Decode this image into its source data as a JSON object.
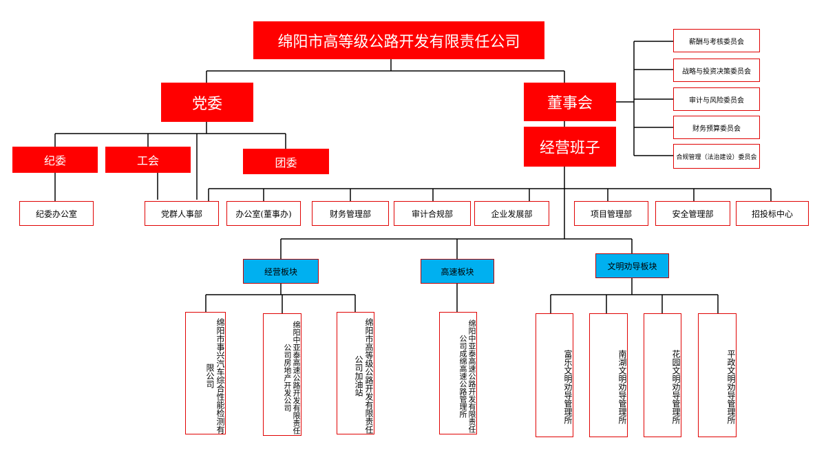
{
  "root": "绵阳市高等级公路开发有限责任公司",
  "party": "党委",
  "board": "董事会",
  "management": "经营班子",
  "party_children": [
    "纪委",
    "工会",
    "团委"
  ],
  "discipline_office": "纪委办公室",
  "committees": [
    "薪酬与考核委员会",
    "战略与投资决策委员会",
    "审计与风险委员会",
    "财务预算委员会",
    "合规管理（法治建设）委员会"
  ],
  "departments": [
    "党群人事部",
    "办公室(董事办)",
    "财务管理部",
    "审计合规部",
    "企业发展部",
    "项目管理部",
    "安全管理部",
    "招投标中心"
  ],
  "sectors": [
    "经营板块",
    "高速板块",
    "文明劝导板块"
  ],
  "business_units": [
    "绵阳市事兴汽车综合性能检测有限公司",
    "绵阳中亚泰高速公路开发有限责任公司房地产开发公司",
    "绵阳市高等级公路开发有限责任公司加油站"
  ],
  "highway_units": [
    "绵阳中亚泰高速公路开发有限责任公司成绵高速公路管理所"
  ],
  "civil_units": [
    "富乐文明劝导管理所",
    "南湖文明劝导管理所",
    "花园文明劝导管理所",
    "平政文明劝导管理所"
  ],
  "colors": {
    "primary": "#ff0000",
    "sector": "#00b0f0",
    "border": "#e00000"
  }
}
